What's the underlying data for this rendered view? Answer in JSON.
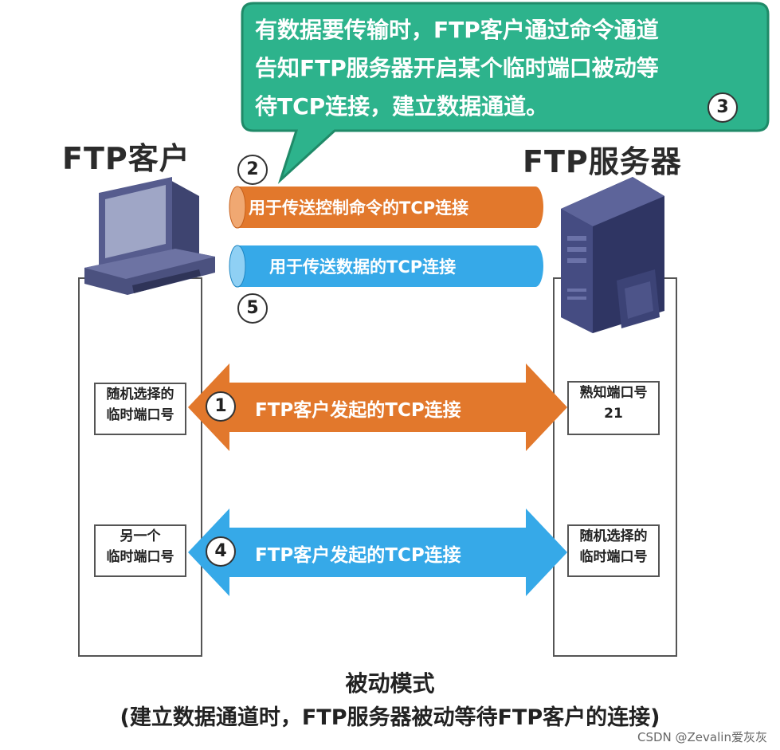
{
  "bubble": {
    "text": "有数据要传输时，FTP客户通过命令通道\n告知FTP服务器开启某个临时端口被动等\n待TCP连接，建立数据通道。",
    "step": "3"
  },
  "client": {
    "title": "FTP客户"
  },
  "server": {
    "title": "FTP服务器"
  },
  "control_pipe": {
    "label": "用于传送控制命令的TCP连接",
    "step": "2",
    "color": "#e2782c"
  },
  "data_pipe": {
    "label": "用于传送数据的TCP连接",
    "step": "5",
    "color": "#36a9e8"
  },
  "arrow1": {
    "step": "1",
    "label": "FTP客户发起的TCP连接",
    "color": "#e2782c",
    "client_port": "随机选择的\n临时端口号",
    "server_port": "熟知端口号\n21"
  },
  "arrow2": {
    "step": "4",
    "label": "FTP客户发起的TCP连接",
    "color": "#36a9e8",
    "client_port": "另一个\n临时端口号",
    "server_port": "随机选择的\n临时端口号"
  },
  "caption": {
    "line1": "被动模式",
    "line2": "(建立数据通道时，FTP服务器被动等待FTP客户的连接)"
  },
  "watermark": "CSDN @Zevalin爱灰灰",
  "colors": {
    "bubble": "#2db38c",
    "bubble_border": "#1f8a68"
  }
}
